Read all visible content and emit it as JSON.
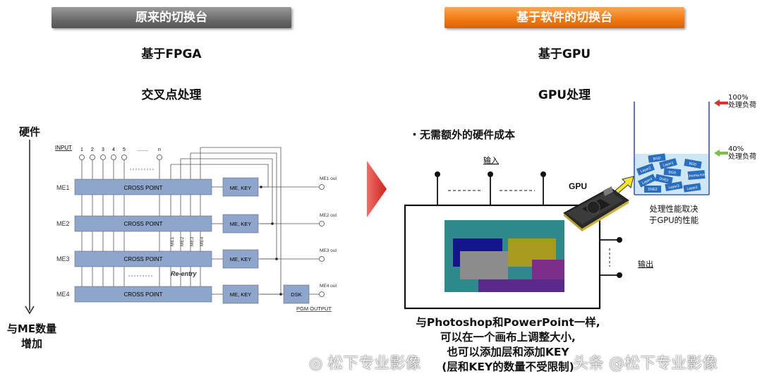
{
  "left": {
    "banner": "原来的切换台",
    "based_on": "基于FPGA",
    "processing": "交叉点处理",
    "hardware_label": "硬件",
    "axis_bottom_line1": "与ME数量",
    "axis_bottom_line2": "增加",
    "input_label": "INPUT",
    "input_numbers": [
      "1",
      "2",
      "3",
      "4",
      "5",
      "n"
    ],
    "input_dots": "........",
    "rows": [
      {
        "name": "ME1",
        "cross": "CROSS POINT",
        "key": "ME, KEY",
        "out": "ME1 out"
      },
      {
        "name": "ME2",
        "cross": "CROSS POINT",
        "key": "ME, KEY",
        "out": "ME2 out"
      },
      {
        "name": "ME3",
        "cross": "CROSS POINT",
        "key": "ME, KEY",
        "out": "ME3 out"
      },
      {
        "name": "ME4",
        "cross": "CROSS POINT",
        "key": "ME, KEY",
        "out": "ME4 out"
      }
    ],
    "reentry_labels": [
      "ME1",
      "ME2",
      "ME3",
      "ME4"
    ],
    "reentry": "Re-entry",
    "dsk": "DSK",
    "pgm_output": "PGM OUTPUT"
  },
  "right": {
    "banner": "基于软件的切换台",
    "based_on": "基于GPU",
    "processing": "GPU处理",
    "bullet": "・无需额外的硬件成本",
    "input_label": "输入",
    "output_label": "输出",
    "gpu_label": "GPU",
    "load_100_pct": "100%",
    "load_100_text": "处理负荷",
    "load_40_pct": "40%",
    "load_40_text": "处理负荷",
    "performance_line1": "处理性能取决",
    "performance_line2": "于GPU的性能",
    "layer_tiles": [
      "BGD",
      "Layer1",
      "BGD",
      "Layer2",
      "BGD",
      "Chroma Key",
      "Layer4",
      "DVE2",
      "Layer3",
      "Layer2",
      "DVE2"
    ],
    "caption_lines": [
      "与Photoshop和PowerPoint一样,",
      "可以在一个画布上调整大小,",
      "也可以添加层和添加KEY",
      "(层和KEY的数量不受限制)"
    ]
  },
  "watermark": {
    "text1": "松下专业影像",
    "text2": "头条 @松下专业影像"
  },
  "colors": {
    "banner_gray": "#7a7a7a",
    "banner_orange": "#f07810",
    "box_blue": "#8fa6cc",
    "arrow_red": "#d9342b",
    "canvas_teal": "#2e8a8a",
    "layer_blue": "#2a6fbf"
  }
}
